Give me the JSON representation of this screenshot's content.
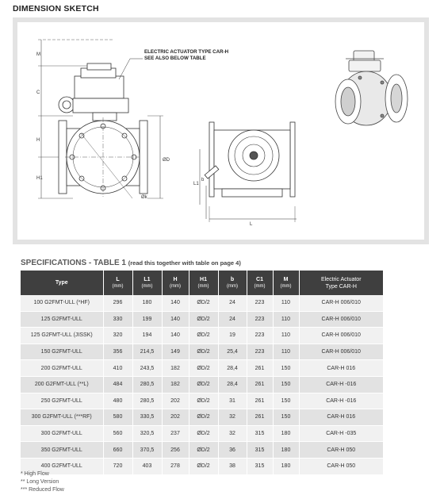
{
  "dimension_sketch": {
    "title": "DIMENSION SKETCH",
    "callout": [
      "ELECTRIC ACTUATOR TYPE CAR-H",
      "SEE ALSO BELOW TABLE"
    ],
    "dim_labels": {
      "m": "M",
      "c": "C",
      "h": "H",
      "h1": "H1",
      "l": "L",
      "l1": "L1",
      "b": "b",
      "d": "ØD",
      "dk": "Øk"
    }
  },
  "specifications": {
    "title": "SPECIFICATIONS - TABLE  1",
    "note": "(read this together with table on page 4)",
    "headers": [
      {
        "name": "Type",
        "unit": ""
      },
      {
        "name": "L",
        "unit": "(mm)"
      },
      {
        "name": "L1",
        "unit": "(mm)"
      },
      {
        "name": "H",
        "unit": "(mm)"
      },
      {
        "name": "H1",
        "unit": "(mm)"
      },
      {
        "name": "b",
        "unit": "(mm)"
      },
      {
        "name": "C1",
        "unit": "(mm)"
      },
      {
        "name": "M",
        "unit": "(mm)"
      },
      {
        "name": "Electric Actuator",
        "unit": "Type CAR-H"
      }
    ],
    "rows": [
      [
        "100 G2FMT-ULL (*HF)",
        "296",
        "180",
        "140",
        "ØD/2",
        "24",
        "223",
        "110",
        "CAR-H 006/010"
      ],
      [
        "125 G2FMT-ULL",
        "330",
        "199",
        "140",
        "ØD/2",
        "24",
        "223",
        "110",
        "CAR-H 006/010"
      ],
      [
        "125 G2FMT-ULL (JISSK)",
        "320",
        "194",
        "140",
        "ØD/2",
        "19",
        "223",
        "110",
        "CAR-H 006/010"
      ],
      [
        "150 G2FMT-ULL",
        "356",
        "214,5",
        "149",
        "ØD/2",
        "25,4",
        "223",
        "110",
        "CAR-H 006/010"
      ],
      [
        "200 G2FMT-ULL",
        "410",
        "243,5",
        "182",
        "ØD/2",
        "28,4",
        "261",
        "150",
        "CAR-H 016"
      ],
      [
        "200 G2FMT-ULL (**L)",
        "484",
        "280,5",
        "182",
        "ØD/2",
        "28,4",
        "261",
        "150",
        "CAR-H -016"
      ],
      [
        "250 G2FMT-ULL",
        "480",
        "280,5",
        "202",
        "ØD/2",
        "31",
        "261",
        "150",
        "CAR-H -016"
      ],
      [
        "300 G2FMT-ULL (***RF)",
        "580",
        "330,5",
        "202",
        "ØD/2",
        "32",
        "261",
        "150",
        "CAR-H 016"
      ],
      [
        "300 G2FMT-ULL",
        "560",
        "320,5",
        "237",
        "ØD/2",
        "32",
        "315",
        "180",
        "CAR-H -035"
      ],
      [
        "350 G2FMT-ULL",
        "660",
        "370,5",
        "256",
        "ØD/2",
        "36",
        "315",
        "180",
        "CAR-H 050"
      ],
      [
        "400 G2FMT-ULL",
        "720",
        "403",
        "278",
        "ØD/2",
        "38",
        "315",
        "180",
        "CAR-H 050"
      ]
    ],
    "footnotes": [
      "* High Flow",
      "** Long Version",
      "*** Reduced Flow"
    ]
  }
}
